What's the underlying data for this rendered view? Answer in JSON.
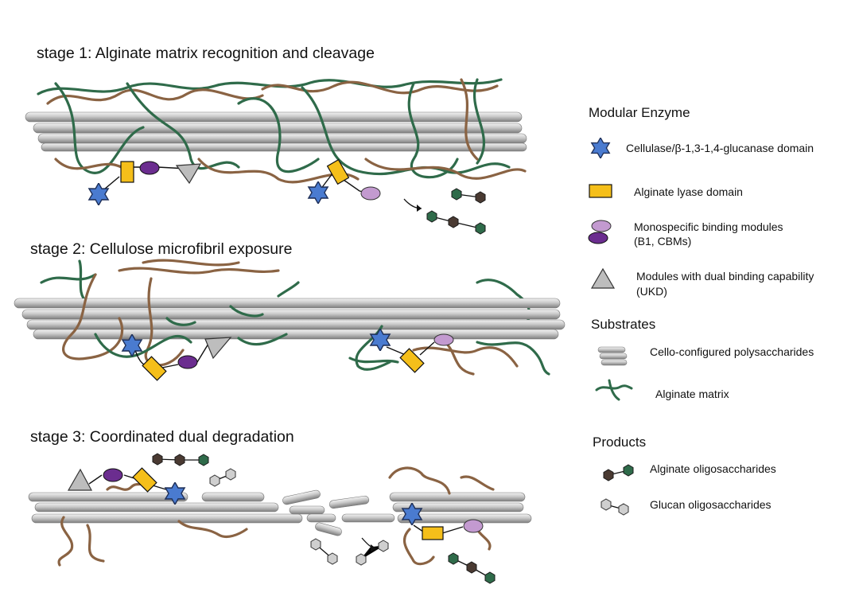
{
  "stages": [
    {
      "title": "stage 1: Alginate matrix recognition and cleavage"
    },
    {
      "title": "stage 2: Cellulose microfibril exposure"
    },
    {
      "title": "stage 3: Coordinated dual degradation"
    }
  ],
  "legend": {
    "enzyme_heading": "Modular Enzyme",
    "enzyme_items": [
      {
        "label": "Cellulase/β-1,3-1,4-glucanase domain",
        "icon": "blue-star-icon"
      },
      {
        "label": "Alginate lyase domain",
        "icon": "yellow-rectangle-icon"
      },
      {
        "label_line1": "Monospecific binding modules",
        "label_line2": "(B1, CBMs)",
        "icon": "purple-ellipse-icon"
      },
      {
        "label_line1": "Modules with dual binding capability",
        "label_line2": "(UKD)",
        "icon": "gray-triangle-icon"
      }
    ],
    "substrates_heading": "Substrates",
    "substrate_items": [
      {
        "label": "Cello-configured polysaccharides",
        "icon": "gray-rods-icon"
      },
      {
        "label": "Alginate matrix",
        "icon": "alginate-strand-icon"
      }
    ],
    "products_heading": "Products",
    "product_items": [
      {
        "label": "Alginate oligosaccharides",
        "icon": "alginate-oligo-icon"
      },
      {
        "label": "Glucan oligosaccharides",
        "icon": "glucan-oligo-icon"
      }
    ]
  },
  "colors": {
    "cellulase": "#4a7bd0",
    "lyase": "#f5bf1a",
    "binding_light": "#c39ad0",
    "binding_dark": "#6b2d8f",
    "dual_binding": "#bdbdbd",
    "alginate_green": "#2f6b4a",
    "alginate_brown": "#8a6343",
    "rod_gray": "#c8c8c8",
    "oligo_dark": "#4a3a32"
  }
}
